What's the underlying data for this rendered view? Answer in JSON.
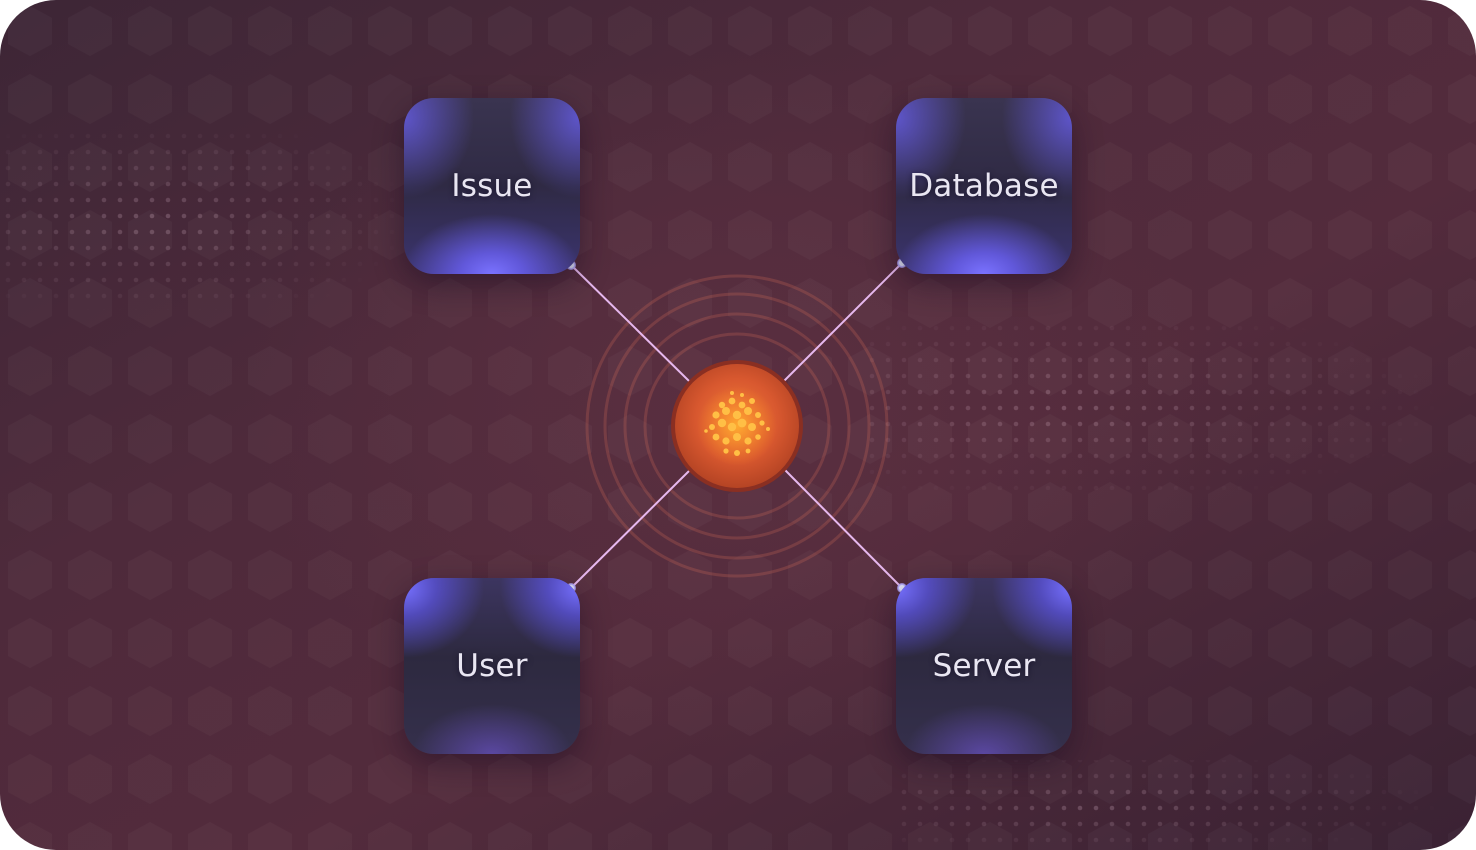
{
  "nodes": {
    "issue": {
      "label": "Issue"
    },
    "database": {
      "label": "Database"
    },
    "user": {
      "label": "User"
    },
    "server": {
      "label": "Server"
    }
  },
  "colors": {
    "background": "#4e2a3b",
    "node_glow": "#7a72ff",
    "connector": "#e6b8ee",
    "hub": "#d8582f",
    "hub_glow": "#ffb030"
  },
  "hub": {
    "icon": "ai-core-icon"
  }
}
